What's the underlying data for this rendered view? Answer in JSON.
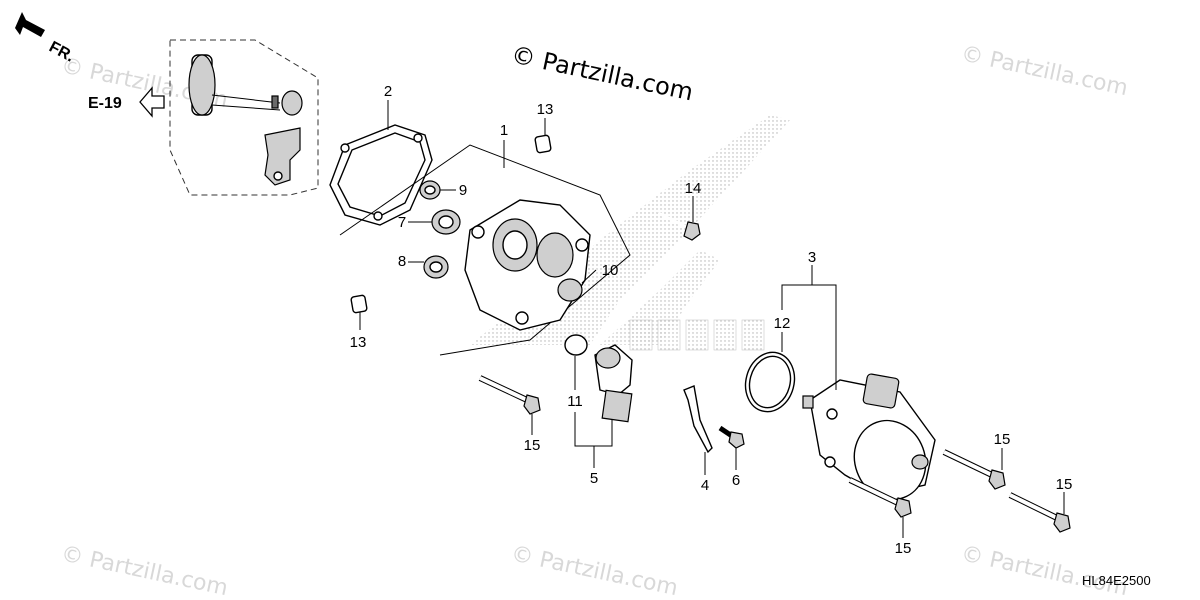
{
  "diagram": {
    "direction_label": "FR.",
    "reference_label": "E-19",
    "watermark_main": "© Partzilla.com",
    "watermark_faint": "© Partzilla.com",
    "code": "HL84E2500",
    "callouts": {
      "c1": "1",
      "c2": "2",
      "c3": "3",
      "c4": "4",
      "c5": "5",
      "c6": "6",
      "c7": "7",
      "c8": "8",
      "c9": "9",
      "c10": "10",
      "c11": "11",
      "c12": "12",
      "c13a": "13",
      "c13b": "13",
      "c14": "14",
      "c15a": "15",
      "c15b": "15",
      "c15c": "15",
      "c15d": "15"
    }
  }
}
